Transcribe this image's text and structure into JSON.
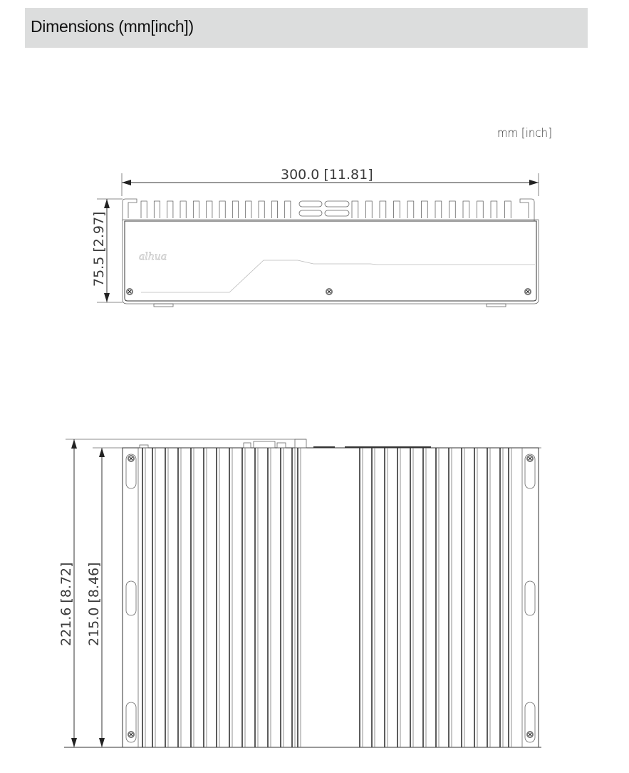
{
  "header": {
    "title": "Dimensions (mm[inch])"
  },
  "drawing": {
    "unit_label": "mm [inch]",
    "front_view": {
      "width_label": "300.0  [11.81]",
      "height_label": "75.5  [2.97]",
      "logo_text": "alhua"
    },
    "top_view": {
      "overall_depth_label": "221.6  [8.72]",
      "body_depth_label": "215.0  [8.46]"
    }
  },
  "colors": {
    "header_bg": "#dcdddd",
    "line": "#333333"
  }
}
